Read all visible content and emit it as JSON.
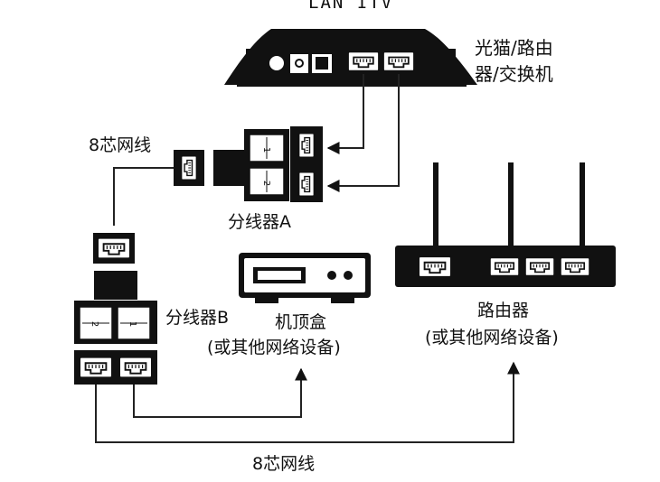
{
  "labels": {
    "modem_ports": "LAN ITV",
    "modem_name_line1": "光猫/路由",
    "modem_name_line2": "器/交换机",
    "cable_top": "8芯网线",
    "splitter_a": "分线器A",
    "splitter_b": "分线器B",
    "stb_line1": "机顶盒",
    "stb_line2": "(或其他网络设备)",
    "router_line1": "路由器",
    "router_line2": "(或其他网络设备)",
    "cable_bottom": "8芯网线"
  },
  "port_numbers": {
    "one": "1",
    "two": "2"
  },
  "colors": {
    "ink": "#111111",
    "line": "#222222",
    "panel": "#ffffff"
  }
}
